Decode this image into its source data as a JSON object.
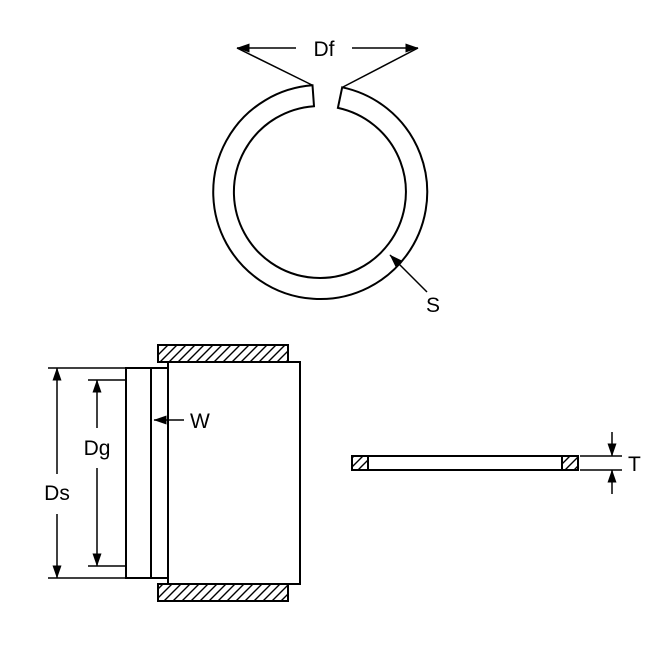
{
  "colors": {
    "line": "#000000",
    "background": "#ffffff"
  },
  "diagram": {
    "labels": {
      "free_diameter": "Df",
      "section": "S",
      "groove_diameter": "Dg",
      "shaft_diameter": "Ds",
      "width": "W",
      "thickness": "T"
    }
  }
}
